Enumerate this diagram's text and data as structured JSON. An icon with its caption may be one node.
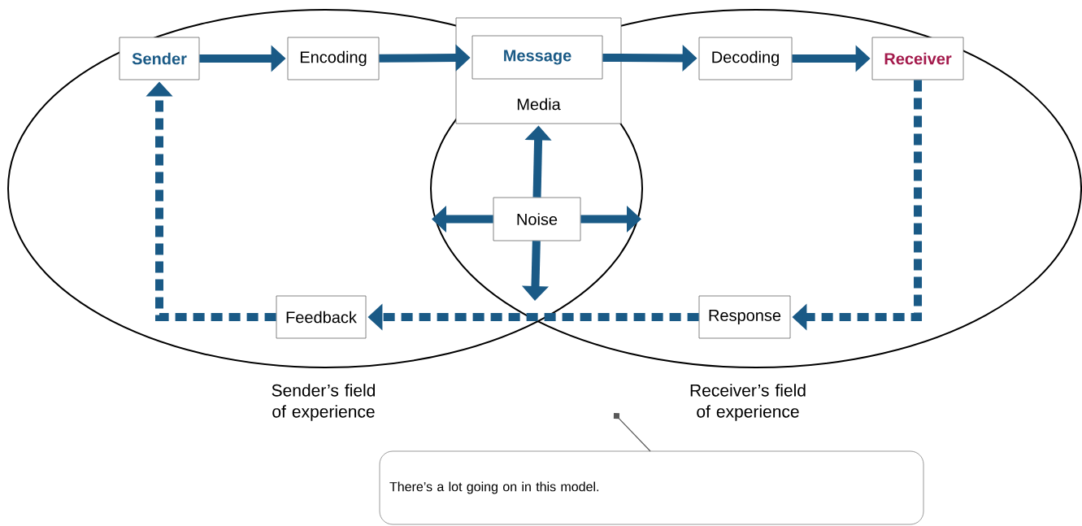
{
  "diagram": {
    "nodes": [
      {
        "text": [
          "Sender’s field of experience"
        ]
      },
      {
        "text": [
          "Receiver’s field of experience"
        ]
      },
      {
        "text": [
          "Sender"
        ],
        "in": 0
      },
      {
        "text": [
          "Encoding"
        ],
        "in": 0
      },
      {
        "text": [
          "Media"
        ]
      },
      {
        "text": [
          "Message"
        ],
        "in": 4
      },
      {
        "text": [
          "Decoding"
        ],
        "in": 1
      },
      {
        "text": [
          "Receiver"
        ],
        "in": 1
      },
      {
        "text": [
          "Noise"
        ]
      },
      {
        "text": [
          "Response"
        ],
        "in": 1
      },
      {
        "text": [
          "Feedback"
        ],
        "in": 0
      },
      {
        "text": [
          "There’s a lot going on in this model."
        ]
      }
    ],
    "edges": [
      {
        "from": 2,
        "to": 3,
        "arrow": "to"
      },
      {
        "from": 3,
        "to": 5,
        "arrow": "to"
      },
      {
        "from": 5,
        "to": 6,
        "arrow": "to"
      },
      {
        "from": 6,
        "to": 7,
        "arrow": "to"
      },
      {
        "from": 7,
        "to": 9,
        "arrow": "to",
        "style": "dashed"
      },
      {
        "from": 9,
        "to": 10,
        "arrow": "to",
        "style": "dashed"
      },
      {
        "from": 10,
        "to": 2,
        "arrow": "to",
        "style": "dashed"
      },
      {
        "from": 8,
        "to": 4,
        "arrow": "to"
      },
      {
        "from": 8,
        "to": 1,
        "arrow": "to"
      },
      {
        "from": 8,
        "to": 0,
        "arrow": "to"
      },
      {
        "from": 8,
        "to": null,
        "arrow": "to"
      },
      {
        "from": 11,
        "to": null,
        "arrow": "other"
      }
    ]
  }
}
